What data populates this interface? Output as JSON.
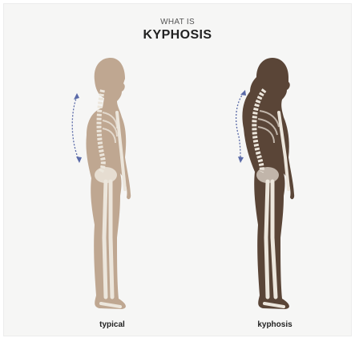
{
  "title": {
    "kicker": "WHAT IS",
    "heading": "KYPHOSIS"
  },
  "figures": [
    {
      "label": "typical",
      "skin_color": "#bfa791"
    },
    {
      "label": "kyphosis",
      "skin_color": "#5a4537"
    }
  ],
  "colors": {
    "background": "#f6f6f5",
    "bone": "#ece6dc",
    "curve_arrow": "#5a6aa8"
  }
}
